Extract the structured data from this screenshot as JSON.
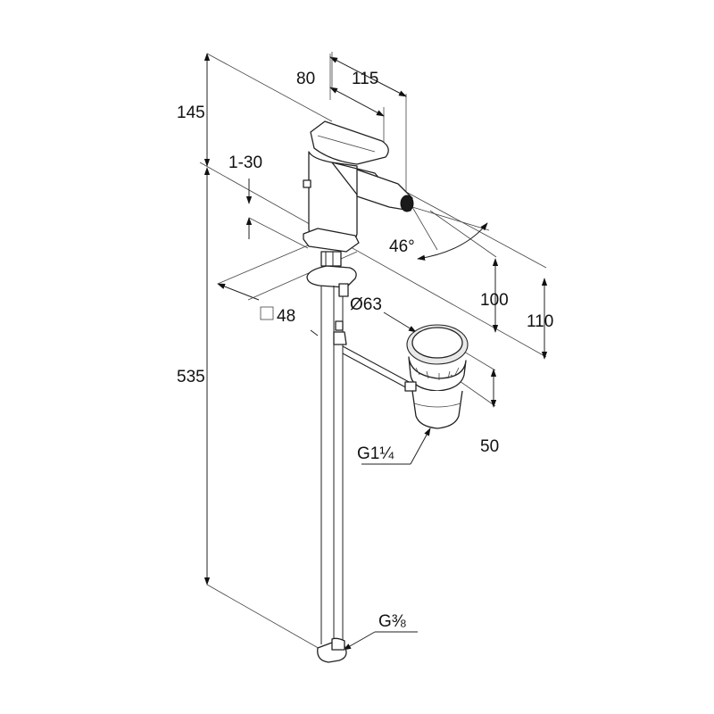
{
  "diagram": {
    "dimensions": {
      "d80": "80",
      "d115": "115",
      "d145": "145",
      "d1_30": "1-30",
      "d46deg": "46°",
      "d100": "100",
      "d110": "110",
      "d48": "48",
      "d63": "Ø63",
      "d535": "535",
      "d50": "50",
      "g114": "G1¼",
      "g38": "G⅜"
    },
    "colors": {
      "line": "#222222",
      "fill": "#ffffff",
      "shade": "#e9e9e9",
      "text": "#111111"
    },
    "icons": {
      "square_symbol": "square-section-icon"
    }
  }
}
